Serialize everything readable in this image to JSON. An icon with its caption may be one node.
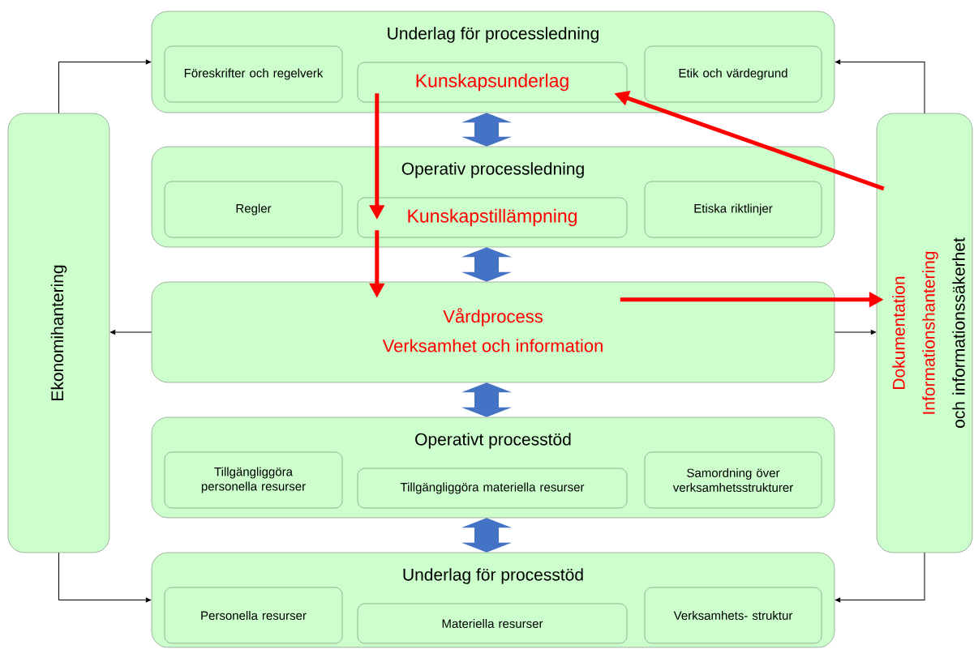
{
  "diagram": {
    "nodes": [
      {
        "text": [
          "Ekonomihantering"
        ]
      },
      {
        "text": [
          "Underlag för processledning"
        ]
      },
      {
        "text": [
          "Föreskrifter och regelverk"
        ],
        "in": 1
      },
      {
        "text": [
          "Kunskapsunderlag"
        ],
        "in": 1
      },
      {
        "text": [
          "Etik och värdegrund"
        ],
        "in": 1
      },
      {
        "text": [
          "Operativ processledning"
        ]
      },
      {
        "text": [
          "Regler"
        ],
        "in": 5
      },
      {
        "text": [
          "Kunskapstillämpning"
        ],
        "in": 5
      },
      {
        "text": [
          "Etiska riktlinjer"
        ],
        "in": 5
      },
      {
        "text": [
          "Vårdprocess",
          "Verksamhet och information"
        ]
      },
      {
        "text": [
          "Operativt processtöd"
        ]
      },
      {
        "text": [
          "Tillgängliggöra personella resurser"
        ],
        "in": 10
      },
      {
        "text": [
          "Tillgängliggöra materiella resurser"
        ],
        "in": 10
      },
      {
        "text": [
          "Samordning över verksamhetsstrukturer"
        ],
        "in": 10
      },
      {
        "text": [
          "Underlag för processtöd"
        ]
      },
      {
        "text": [
          "Personella resurser"
        ],
        "in": 14
      },
      {
        "text": [
          "Materiella resurser"
        ],
        "in": 14
      },
      {
        "text": [
          "Verksamhets- struktur"
        ],
        "in": 14
      },
      {
        "text": [
          "Dokumentation",
          "Informationshantering",
          "och informationssäkerhet"
        ]
      }
    ],
    "edges": [
      {
        "from": 0,
        "to": 1,
        "arrow": "to"
      },
      {
        "from": 9,
        "to": 0,
        "arrow": "to"
      },
      {
        "from": 0,
        "to": 14,
        "arrow": "to"
      },
      {
        "from": 18,
        "to": 1,
        "arrow": "to"
      },
      {
        "from": 9,
        "to": 18,
        "arrow": "to"
      },
      {
        "from": 18,
        "to": 14,
        "arrow": "to"
      },
      {
        "from": 1,
        "to": 5,
        "arrow": "both",
        "color": "#4472c4"
      },
      {
        "from": 5,
        "to": 9,
        "arrow": "both",
        "color": "#4472c4"
      },
      {
        "from": 9,
        "to": 10,
        "arrow": "both",
        "color": "#4472c4"
      },
      {
        "from": 10,
        "to": 14,
        "arrow": "both",
        "color": "#4472c4"
      },
      {
        "from": 3,
        "to": 7,
        "arrow": "to",
        "style": "thick",
        "color": "#ff0000"
      },
      {
        "from": 7,
        "to": 9,
        "arrow": "to",
        "style": "thick",
        "color": "#ff0000"
      },
      {
        "from": 18,
        "to": 3,
        "arrow": "to",
        "style": "thick",
        "color": "#ff0000"
      },
      {
        "from": 9,
        "to": 18,
        "arrow": "to",
        "style": "thick",
        "color": "#ff0000"
      }
    ]
  }
}
